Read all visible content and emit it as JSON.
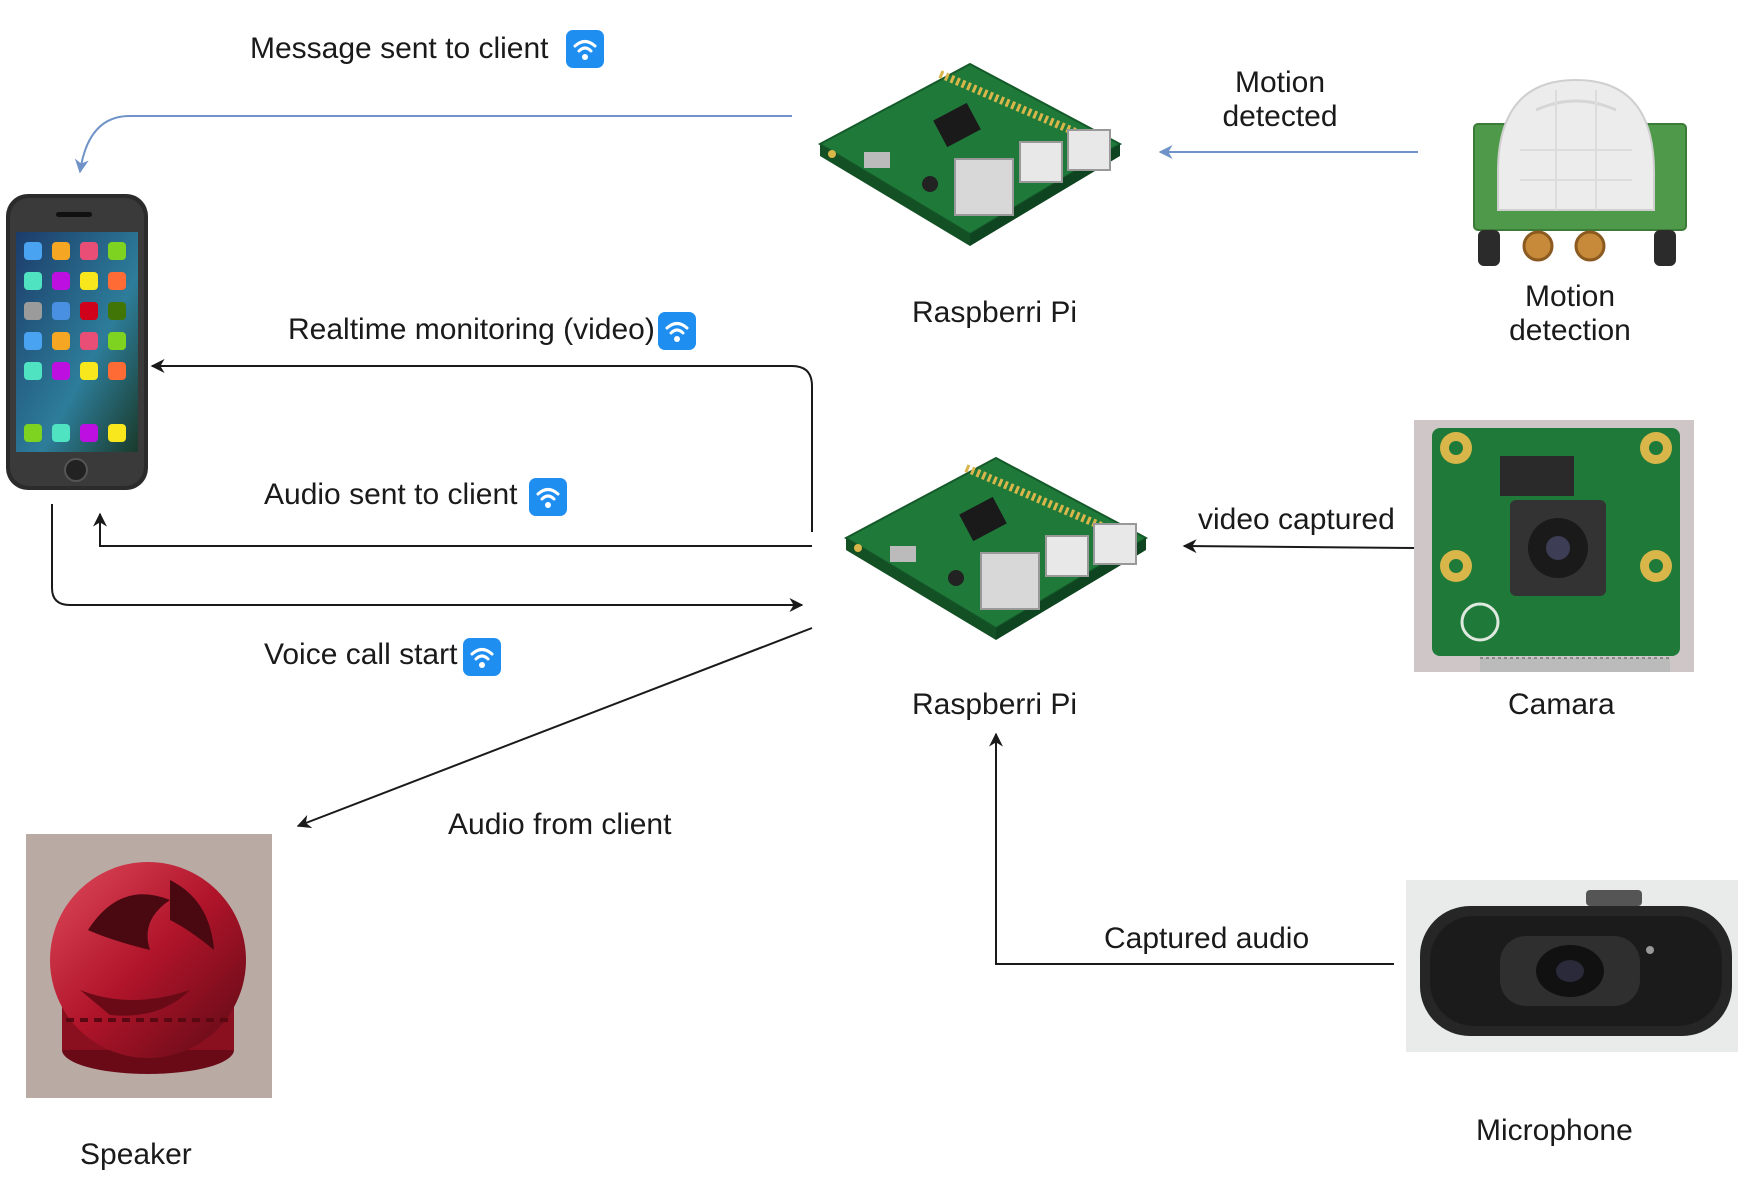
{
  "edges": {
    "message_sent": "Message sent to client",
    "motion_detected": "Motion\ndetected",
    "realtime_monitoring": "Realtime monitoring (video)",
    "audio_sent": "Audio sent to client",
    "video_captured": "video captured",
    "voice_call": "Voice call start",
    "audio_from_client": "Audio from client",
    "captured_audio": "Captured audio"
  },
  "nodes": {
    "rpi_top": "Raspberri Pi",
    "rpi_bottom": "Raspberri Pi",
    "motion_sensor": "Motion\ndetection",
    "camera": "Camara",
    "speaker": "Speaker",
    "microphone": "Microphone"
  },
  "colors": {
    "blue_arrow": "#6f93c8",
    "black_arrow": "#1a1a1a",
    "wifi_badge": "#1f8ef1",
    "pcb_green": "#1f7a3a",
    "speaker_red": "#b0142a"
  },
  "icons": {
    "wireless": "wifi-icon",
    "phone": "smartphone-icon",
    "board": "raspberry-pi-board-icon",
    "pir": "pir-sensor-icon",
    "camera": "camera-module-icon",
    "speaker": "speaker-icon",
    "webcam": "webcam-microphone-icon"
  }
}
